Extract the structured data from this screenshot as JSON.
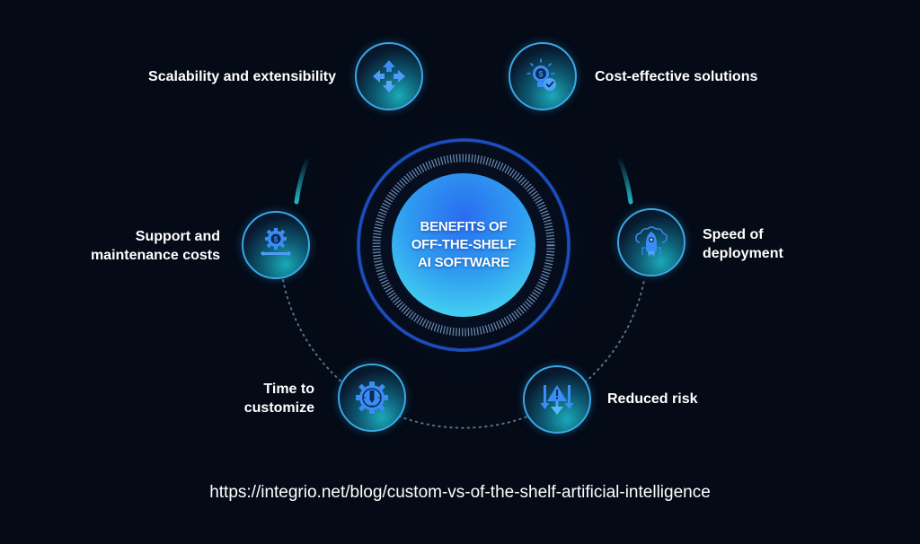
{
  "diagram": {
    "title_lines": [
      "BENEFITS OF",
      "OFF-THE-SHELF",
      "AI SOFTWARE"
    ],
    "colors": {
      "background": "#040a16",
      "center_gradient_top": "#2a6cf0",
      "center_gradient_bottom": "#3fd2ee",
      "ring_blue": "#1b4fc4",
      "node_border": "#3aa7e6",
      "icon_blue": "#3b8cf5",
      "dotted_arc": "#6f8aa0",
      "label_text": "#ffffff"
    },
    "benefits": [
      {
        "id": "scalability",
        "label_lines": [
          "Scalability and extensibility"
        ],
        "icon": "arrows-expand-icon"
      },
      {
        "id": "cost",
        "label_lines": [
          "Cost-effective solutions"
        ],
        "icon": "lightbulb-dollar-check-icon"
      },
      {
        "id": "support",
        "label_lines": [
          "Support and",
          "maintenance costs"
        ],
        "icon": "gear-dollar-wrench-icon"
      },
      {
        "id": "speed",
        "label_lines": [
          "Speed of",
          "deployment"
        ],
        "icon": "cloud-rocket-icon"
      },
      {
        "id": "time",
        "label_lines": [
          "Time to",
          "customize"
        ],
        "icon": "gear-clock-pencil-icon"
      },
      {
        "id": "risk",
        "label_lines": [
          "Reduced risk"
        ],
        "icon": "warning-down-arrows-icon"
      }
    ]
  },
  "footer": {
    "url_text": "https://integrio.net/blog/custom-vs-of-the-shelf-artificial-intelligence"
  }
}
